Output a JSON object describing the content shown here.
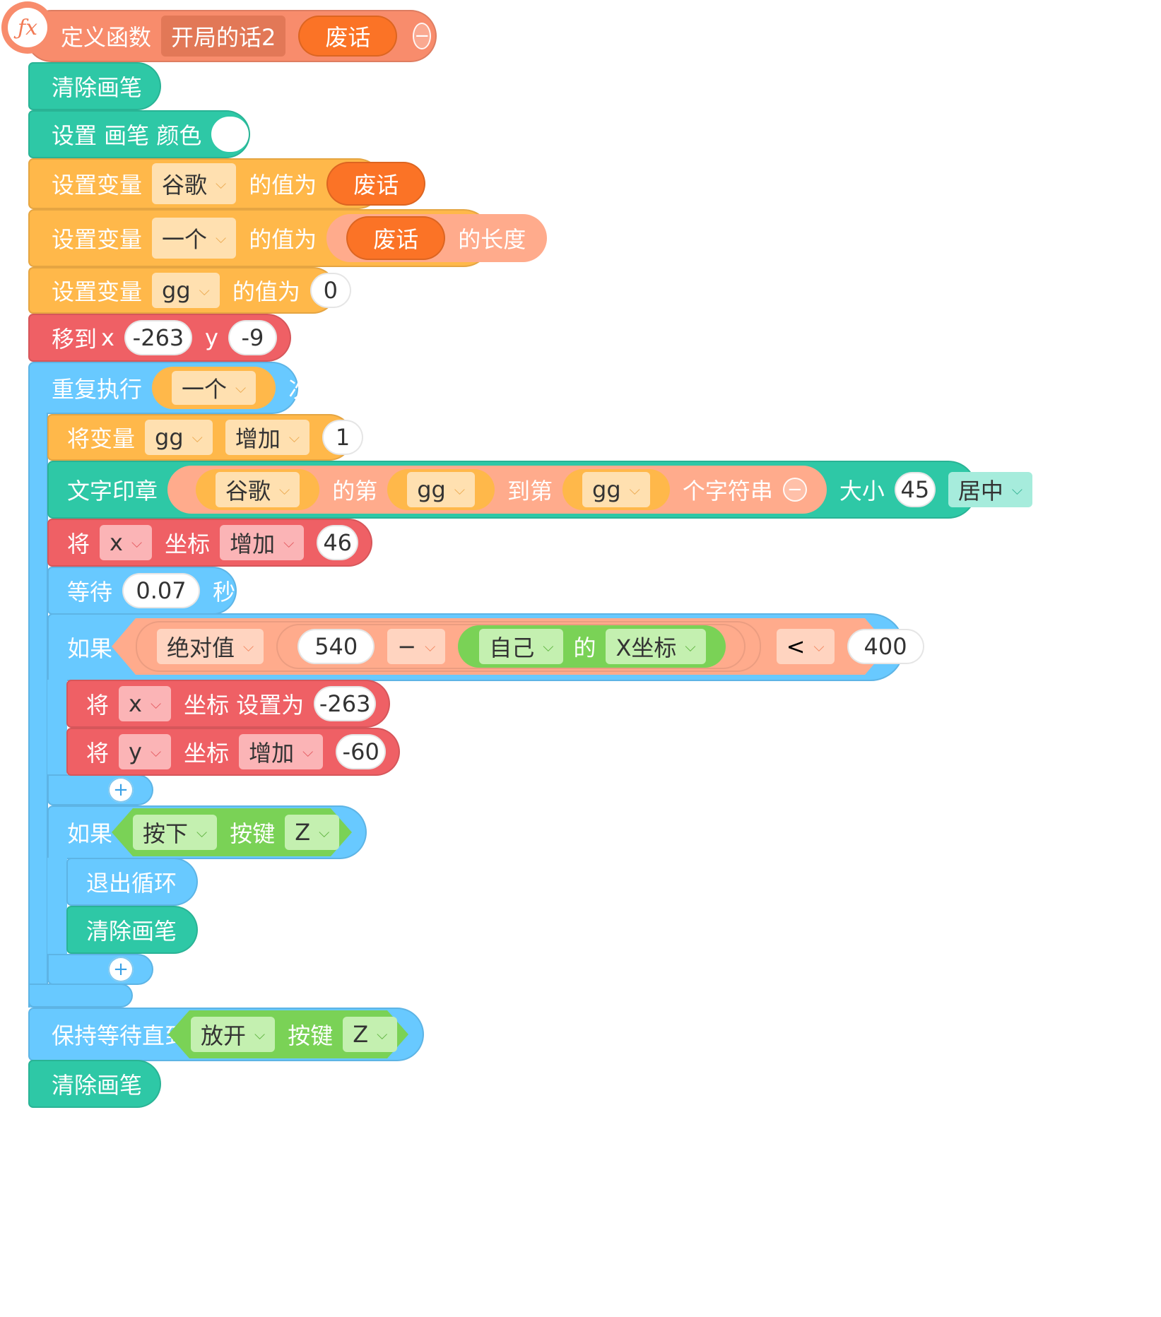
{
  "define": {
    "label": "定义函数",
    "name": "开局的话2",
    "param": "废话",
    "minus": "−",
    "plus": "+"
  },
  "clear_pen_label": "清除画笔",
  "pen_color_label": "设置 画笔 颜色",
  "set_var_label": "设置变量",
  "value_of_label": "的值为",
  "var_google": "谷歌",
  "var_one": "一个",
  "var_gg": "gg",
  "param_name": "废话",
  "length_label": "的长度",
  "zero": "0",
  "move": {
    "label": "移到",
    "x_label": "x",
    "x_val": "-263",
    "y_label": "y",
    "y_val": "-9"
  },
  "repeat": {
    "label": "重复执行",
    "times_label": "次"
  },
  "change_var": {
    "label": "将变量",
    "op": "增加",
    "val": "1"
  },
  "stamp": {
    "label": "文字印章",
    "of_nth": "的第",
    "to_nth": "到第",
    "substring": "个字符串",
    "size_label": "大小",
    "size_val": "45",
    "align": "居中"
  },
  "x_change": {
    "label": "将",
    "axis": "x",
    "coord": "坐标",
    "op": "增加",
    "val": "46"
  },
  "wait": {
    "label": "等待",
    "val": "0.07",
    "unit": "秒"
  },
  "if1": {
    "label": "如果",
    "abs": "绝对值",
    "num": "540",
    "minus_op": "−",
    "self": "自己",
    "of": "的",
    "xcoord": "X坐标",
    "cmp": "<",
    "limit": "400"
  },
  "x_set": {
    "label": "将",
    "axis": "x",
    "coord_set": "坐标 设置为",
    "val": "-263"
  },
  "y_change": {
    "label": "将",
    "axis": "y",
    "coord": "坐标",
    "op": "增加",
    "val": "-60"
  },
  "if2": {
    "label": "如果",
    "press": "按下",
    "key_label": "按键",
    "key": "Z"
  },
  "break_label": "退出循环",
  "wait_until": {
    "label": "保持等待直到",
    "release": "放开",
    "key_label": "按键",
    "key": "Z"
  },
  "add_symbol": "+",
  "colors": {
    "function": "#f88c6c",
    "pen": "#2ec8a6",
    "variable": "#ffb84a",
    "motion": "#ef6065",
    "control": "#68c9ff",
    "sensing": "#7ad256",
    "operator": "#ffab8c",
    "param": "#fb7326"
  }
}
